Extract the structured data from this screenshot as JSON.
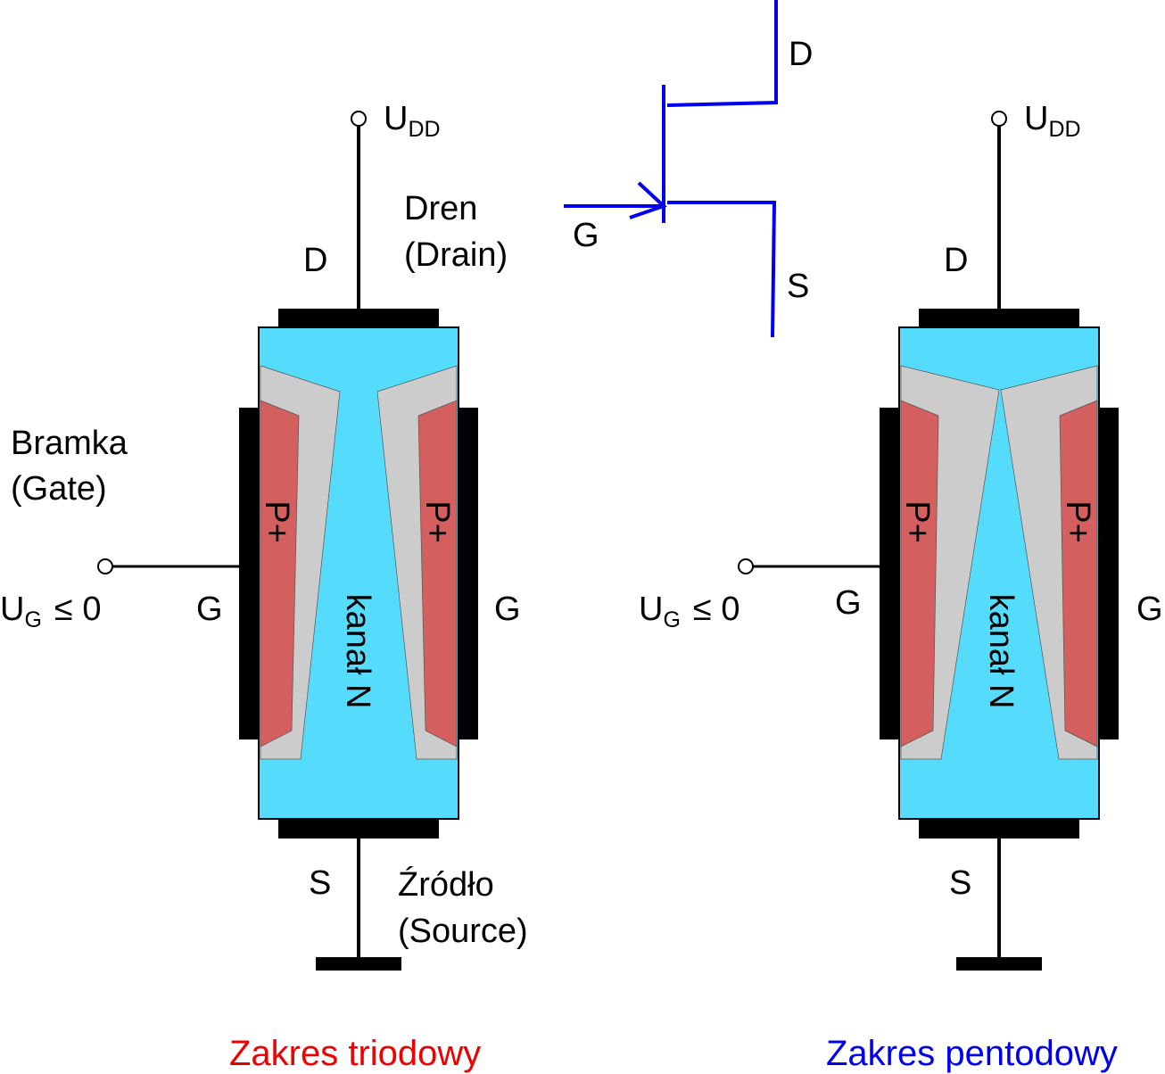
{
  "colors": {
    "channel": "#55dcfc",
    "p_region": "#d45f5f",
    "depletion": "#cccccc",
    "metal": "#000000",
    "symbol": "#0000ee",
    "triode_label": "#ee0000",
    "pentode_label": "#0000ee"
  },
  "symbol": {
    "drain": "D",
    "gate": "G",
    "source": "S"
  },
  "left": {
    "supply_main": "U",
    "supply_sub": "DD",
    "drain_pin": "D",
    "drain_name": "Dren",
    "drain_name_en": "(Drain)",
    "gate_name": "Bramka",
    "gate_name_en": "(Gate)",
    "gate_voltage_main": "U",
    "gate_voltage_sub": "G",
    "gate_voltage_rest": "≤ 0",
    "gate_pin_left": "G",
    "gate_pin_right": "G",
    "p_left": "P+",
    "p_right": "P+",
    "channel": "kanał N",
    "source_pin": "S",
    "source_name": "Źródło",
    "source_name_en": "(Source)",
    "caption": "Zakres triodowy"
  },
  "right": {
    "supply_main": "U",
    "supply_sub": "DD",
    "drain_pin": "D",
    "gate_voltage_main": "U",
    "gate_voltage_sub": "G",
    "gate_voltage_rest": "≤ 0",
    "gate_pin_left": "G",
    "gate_pin_right": "G",
    "p_left": "P+",
    "p_right": "P+",
    "channel": "kanał N",
    "source_pin": "S",
    "caption": "Zakres pentodowy"
  }
}
